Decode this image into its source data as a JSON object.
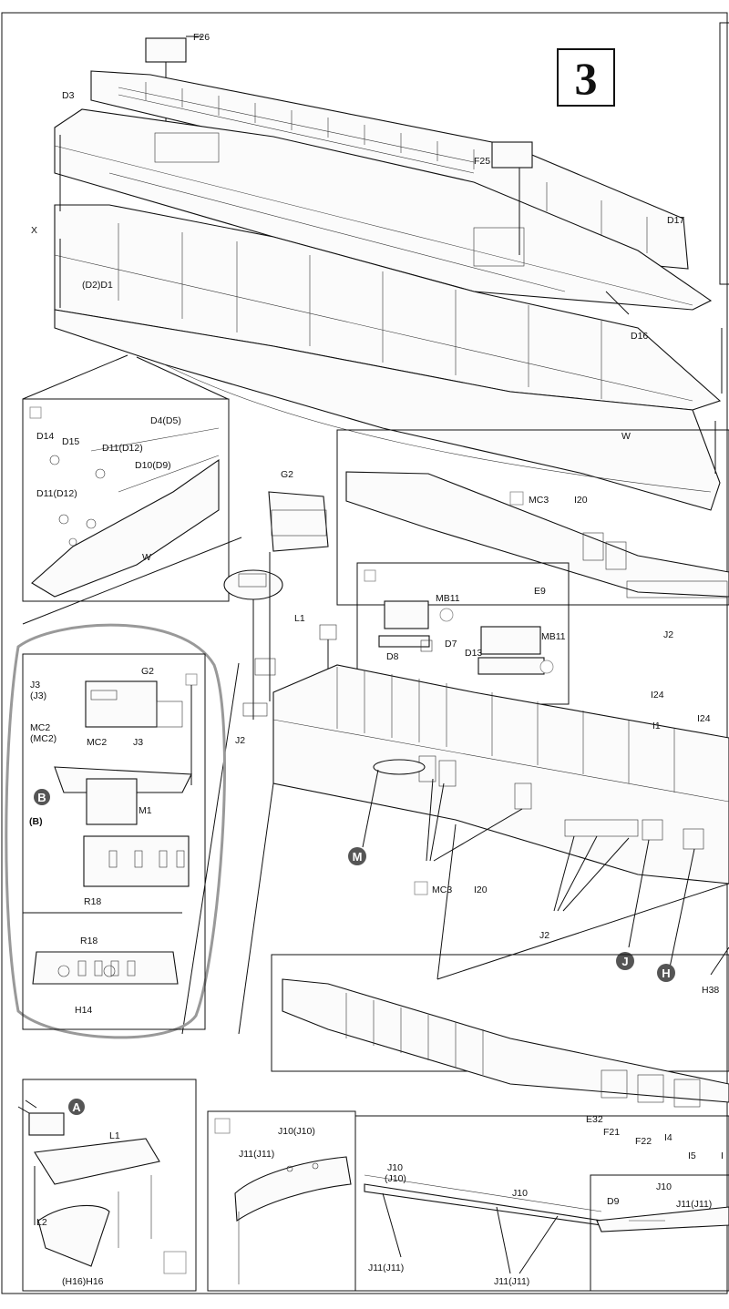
{
  "step_number": "3",
  "parts_top": {
    "f26": "F26",
    "d3": "D3",
    "f25": "F25",
    "x": "X",
    "d2d1": "(D2)D1",
    "d17": "D17",
    "d16": "D16",
    "w": "W"
  },
  "inset_propellers": {
    "d14": "D14",
    "d15": "D15",
    "d4d5": "D4(D5)",
    "d11d12_a": "D11(D12)",
    "d10d9": "D10(D9)",
    "d11d12_b": "D11(D12)",
    "w": "W"
  },
  "funnel": {
    "g2": "G2",
    "l1": "L1",
    "j2": "J2"
  },
  "inset_funnel": {
    "j3": "J3",
    "j3p": "(J3)",
    "mc2": "MC2",
    "mc2p": "(MC2)",
    "mc2b": "MC2",
    "j3b": "J3",
    "g2": "G2",
    "b": "B",
    "bp": "(B)",
    "m1": "M1",
    "r18": "R18",
    "r18b": "R18",
    "h14": "H14"
  },
  "inset_right_top": {
    "mc3": "MC3",
    "i20": "I20",
    "e9": "E9",
    "j2": "J2"
  },
  "inset_mb": {
    "mb11": "MB11",
    "d7": "D7",
    "d8": "D8",
    "d13": "D13",
    "mb11b": "MB11"
  },
  "main_hull": {
    "i24a": "I24",
    "i1": "I1",
    "i24b": "I24",
    "m": "M",
    "mc3": "MC3",
    "i20": "I20",
    "j2": "J2",
    "j": "J",
    "h": "H",
    "h38": "H38"
  },
  "inset_bottom_right": {
    "e32": "E32",
    "f21": "F21",
    "f22": "F22",
    "i4": "I4",
    "i5": "I5",
    "i": "I"
  },
  "inset_gun": {
    "a": "A",
    "l1": "L1",
    "l2": "L2",
    "h16": "(H16)H16"
  },
  "inset_bow": {
    "j10j10": "J10(J10)",
    "j11j11": "J11(J11)"
  },
  "inset_deck": {
    "j10": "J10",
    "j10p": "(J10)",
    "j10b": "J10",
    "j11a": "J11(J11)",
    "j11b": "J11(J11)"
  },
  "inset_stern": {
    "d9": "D9",
    "j10": "J10",
    "j11": "J11(J11)"
  },
  "icons": [
    "glue-icon",
    "paint-icon"
  ]
}
